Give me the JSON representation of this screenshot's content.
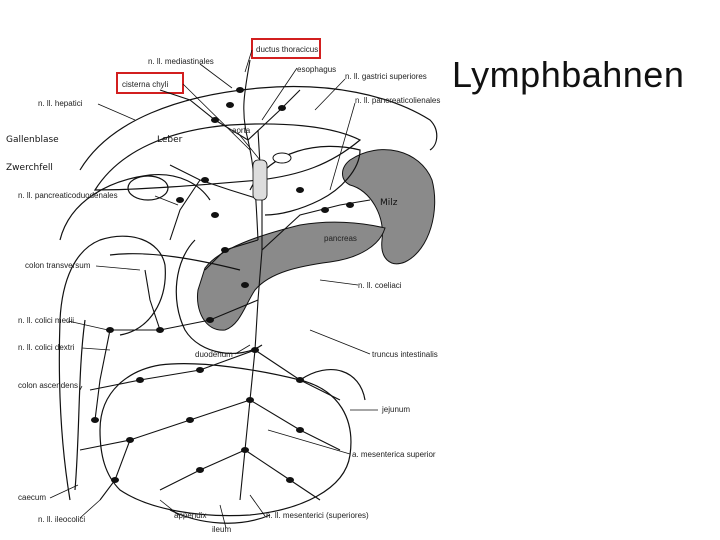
{
  "title": "Lymphbahnen",
  "labels": {
    "ductus_thoracicus": "ductus thoracicus",
    "mediastinales": "n. ll. mediastinales",
    "cisterna_chyli": "cisterna chyli",
    "esophagus": "esophagus",
    "gastrici_superiores": "n. ll. gastrici superiores",
    "hepatici": "n. ll. hepatici",
    "pancreaticolienales": "n. ll. pancreaticolienales",
    "gallenblase": "Gallenblase",
    "leber": "Leber",
    "aorta": "aorta",
    "zwerchfell": "Zwerchfell",
    "pancreaticoduodenales": "n. ll. pancreaticoduodenales",
    "milz": "Milz",
    "pancreas": "pancreas",
    "colon_transversum": "colon transversum",
    "coeliaci": "n. ll. coeliaci",
    "colici_medii": "n. ll. colici medii",
    "colici_dextri": "n. ll. colici dextri",
    "duodenum": "duodenum",
    "truncus_intestinalis": "truncus intestinalis",
    "colon_ascendens": "colon ascendens",
    "jejunum": "jejunum",
    "mesenterica_superior": "a. mesenterica superior",
    "caecum": "caecum",
    "appendix": "appendix",
    "ileocolici": "n. ll. ileocolici",
    "mesenterici": "n. ll. mesenterici (superiores)",
    "ileum": "ileum"
  },
  "highlight_color": "#d21f1f"
}
